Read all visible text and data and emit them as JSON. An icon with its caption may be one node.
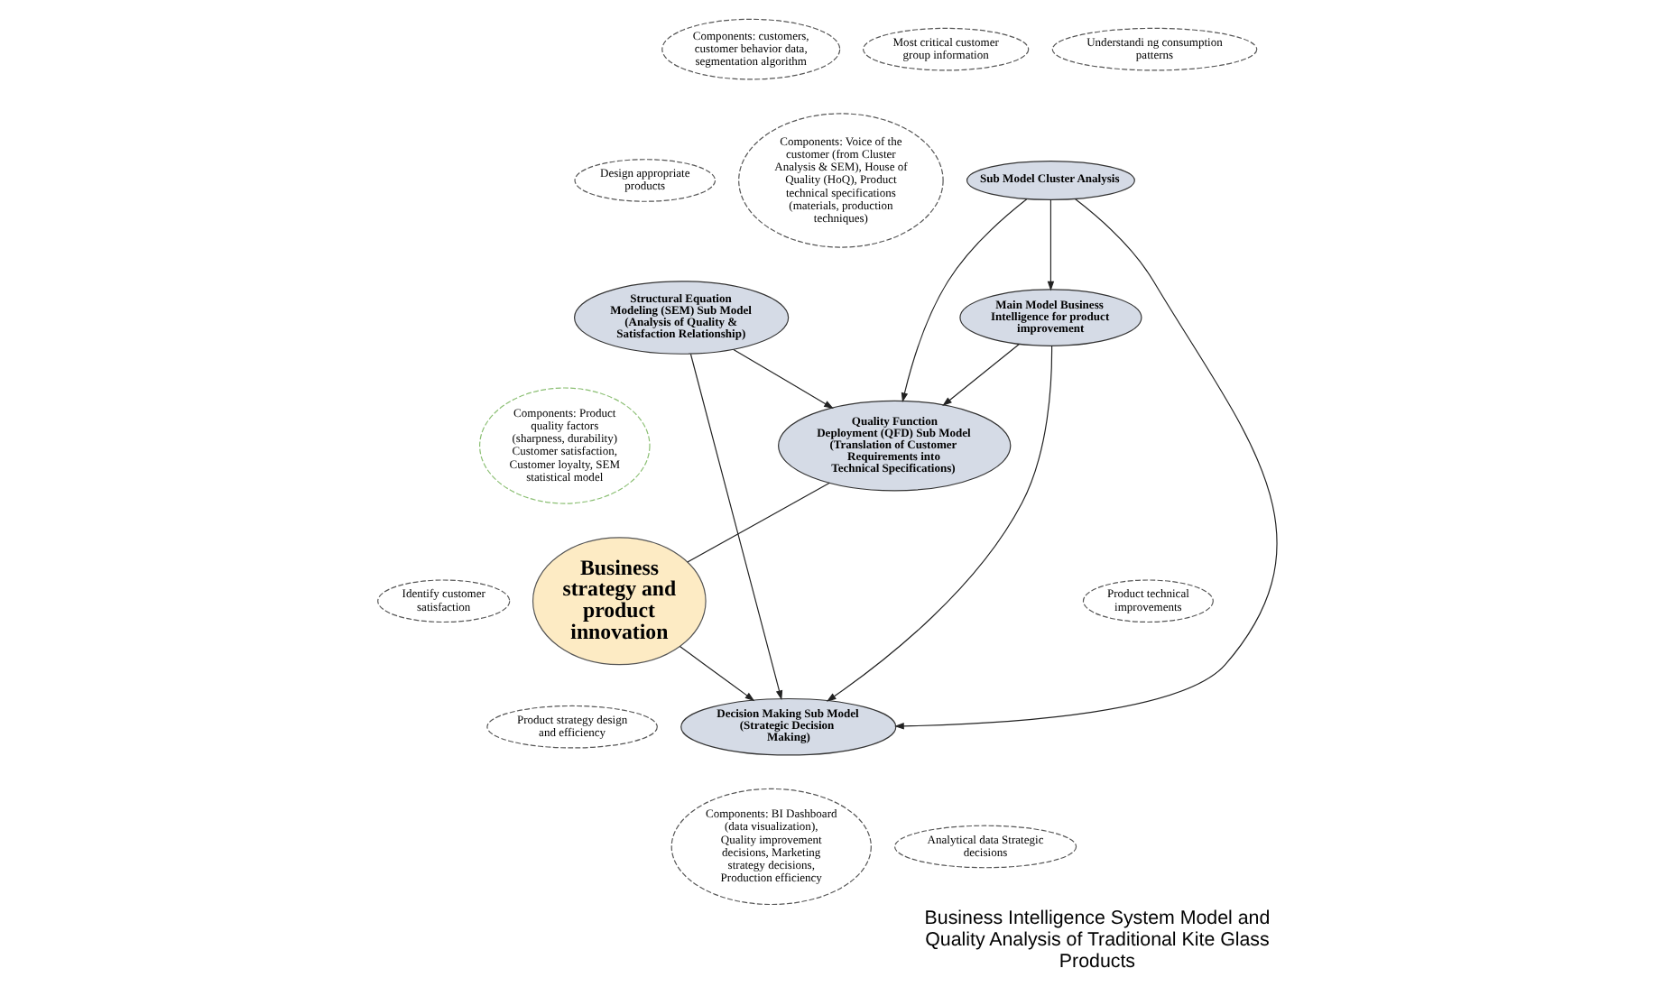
{
  "diagram": {
    "title": "Business Intelligence System Model and Quality Analysis of Traditional Kite Glass Products",
    "nodes": [
      {
        "text": [
          "Sub Model Cluster Analysis"
        ]
      },
      {
        "text": [
          "Main Model Business Intelligence for product improvement"
        ]
      },
      {
        "text": [
          "Quality Function Deployment (QFD) Sub Model (Translation of Customer Requirements into Technical Specifications)"
        ]
      },
      {
        "text": [
          "Decision Making Sub Model (Strategic Decision Making)"
        ]
      },
      {
        "text": [
          "Structural Equation Modeling (SEM) Sub Model (Analysis of Quality & Satisfaction Relationship)"
        ]
      },
      {
        "text": [
          "Business strategy and product innovation"
        ]
      },
      {
        "text": [
          "Components: customers, customer behavior data, segmentation algorithm"
        ]
      },
      {
        "text": [
          "Most critical customer group information"
        ]
      },
      {
        "text": [
          "Design appropriate products"
        ]
      },
      {
        "text": [
          "Components: Voice of the customer (from Cluster Analysis & SEM), House of Quality (HoQ), Product technical specifications (materials, production techniques)"
        ]
      },
      {
        "text": [
          "Product technical improvements"
        ]
      },
      {
        "text": [
          "Understandi ng consumption patterns"
        ]
      },
      {
        "text": [
          "Analytical data Strategic decisions"
        ]
      },
      {
        "text": [
          "Components: BI Dashboard (data visualization), Quality improvement decisions, Marketing strategy decisions, Production efficiency"
        ]
      },
      {
        "text": [
          "Product strategy design and efficiency"
        ]
      },
      {
        "text": [
          "Identify customer satisfaction"
        ]
      },
      {
        "text": [
          "Components: Product quality factors (sharpness, durability) Customer satisfaction, Customer loyalty, SEM statistical model"
        ]
      }
    ],
    "edges": [
      {
        "from": 0,
        "to": 2,
        "arrow": "to"
      },
      {
        "from": 0,
        "to": 1,
        "arrow": "to"
      },
      {
        "from": 0,
        "to": 3,
        "arrow": "to"
      },
      {
        "from": 1,
        "to": 2,
        "arrow": "to"
      },
      {
        "from": 1,
        "to": 3,
        "arrow": "to"
      },
      {
        "from": 2,
        "to": 5,
        "arrow": "none"
      },
      {
        "from": 5,
        "to": 3,
        "arrow": "to"
      },
      {
        "from": 4,
        "to": 3,
        "arrow": "to"
      },
      {
        "from": 4,
        "to": 2,
        "arrow": "to"
      }
    ]
  }
}
